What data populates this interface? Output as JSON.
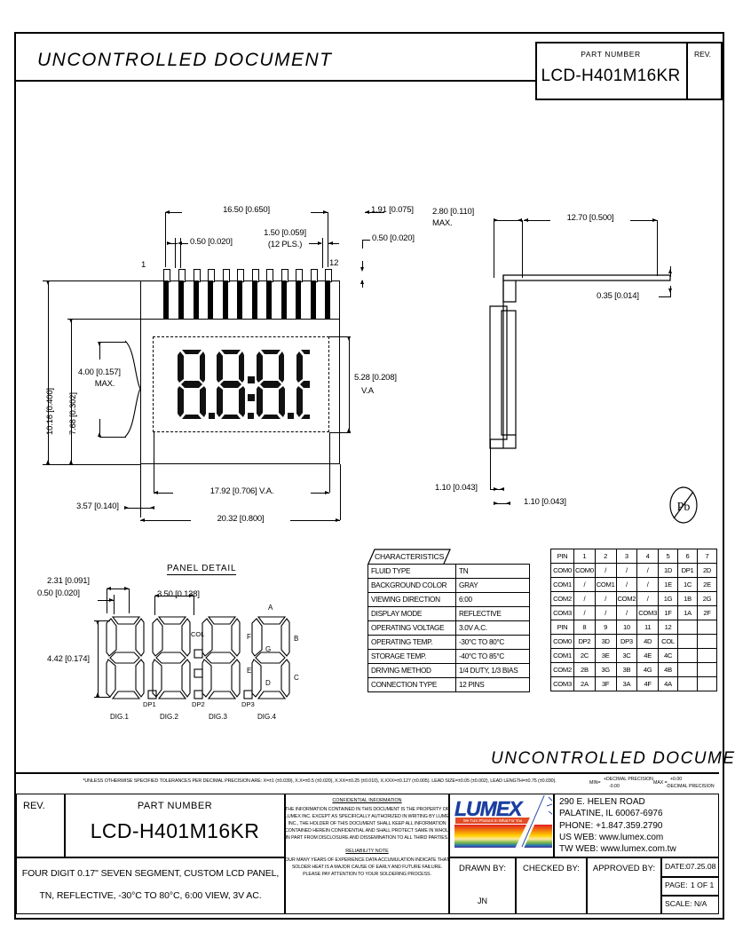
{
  "header": {
    "watermark": "UNCONTROLLED DOCUMENT",
    "part_number_label": "PART NUMBER",
    "part_number": "LCD-H401M16KR",
    "rev_label": "REV.",
    "rev_value": ""
  },
  "front_view": {
    "dims": {
      "width_overall": "20.32 [0.800]",
      "pin_span": "16.50 [0.650]",
      "pin_width": "0.50 [0.020]",
      "pin_pitch": "1.50 [0.059]",
      "pin_pitch_note": "(12 PLS.)",
      "edge_right": "1.91 [0.075]",
      "pin_thickness": "0.50 [0.020]",
      "height_overall": "10.16 [0.400]",
      "height_glass": "7.68 [0.302]",
      "tail_len": "4.00 [0.157]",
      "tail_len_note": "MAX.",
      "va_height": "5.28 [0.208]",
      "va_height_note": "V.A",
      "va_width": "17.92 [0.706] V.A.",
      "left_offset": "3.57 [0.140]"
    },
    "pin_first": "1",
    "pin_last": "12",
    "digits": "8.8:8.8"
  },
  "side_view": {
    "dims": {
      "thickness": "2.80 [0.110]",
      "thickness_note": "MAX.",
      "lead_length": "12.70 [0.500]",
      "lead_thickness": "0.35 [0.014]",
      "bottom_left": "1.10 [0.043]",
      "bottom_right": "1.10 [0.043]"
    },
    "pb_symbol": "Pb"
  },
  "panel_detail": {
    "title": "PANEL DETAIL",
    "dims": {
      "seg_slant": "2.31 [0.091]",
      "seg_width": "0.50 [0.020]",
      "digit_pitch": "3.50 [0.138]",
      "digit_height": "4.42 [0.174]"
    },
    "segment_labels": [
      "A",
      "B",
      "C",
      "D",
      "E",
      "F",
      "G"
    ],
    "colon_label": "COL",
    "dp_labels": [
      "DP1",
      "DP2",
      "DP3"
    ],
    "digit_labels": [
      "DIG.1",
      "DIG.2",
      "DIG.3",
      "DIG.4"
    ]
  },
  "characteristics": {
    "title": "CHARACTERISTICS",
    "rows": [
      {
        "name": "FLUID TYPE",
        "value": "TN"
      },
      {
        "name": "BACKGROUND COLOR",
        "value": "GRAY"
      },
      {
        "name": "VIEWING DIRECTION",
        "value": "6:00"
      },
      {
        "name": "DISPLAY MODE",
        "value": "REFLECTIVE"
      },
      {
        "name": "OPERATING VOLTAGE",
        "value": "3.0V A.C."
      },
      {
        "name": "OPERATING TEMP.",
        "value": "-30°C TO 80°C"
      },
      {
        "name": "STORAGE TEMP.",
        "value": "-40°C TO 85°C"
      },
      {
        "name": "DRIVING METHOD",
        "value": "1/4 DUTY, 1/3 BIAS"
      },
      {
        "name": "CONNECTION TYPE",
        "value": "12 PINS"
      }
    ]
  },
  "pin_table": {
    "block1": {
      "header": [
        "PIN",
        "1",
        "2",
        "3",
        "4",
        "5",
        "6",
        "7"
      ],
      "rows": [
        [
          "COM0",
          "COM0",
          "/",
          "/",
          "/",
          "1D",
          "DP1",
          "2D"
        ],
        [
          "COM1",
          "/",
          "COM1",
          "/",
          "/",
          "1E",
          "1C",
          "2E"
        ],
        [
          "COM2",
          "/",
          "/",
          "COM2",
          "/",
          "1G",
          "1B",
          "2G"
        ],
        [
          "COM3",
          "/",
          "/",
          "/",
          "COM3",
          "1F",
          "1A",
          "2F"
        ]
      ]
    },
    "block2": {
      "header": [
        "PIN",
        "8",
        "9",
        "10",
        "11",
        "12",
        "",
        ""
      ],
      "rows": [
        [
          "COM0",
          "DP2",
          "3D",
          "DP3",
          "4D",
          "COL",
          "",
          ""
        ],
        [
          "COM1",
          "2C",
          "3E",
          "3C",
          "4E",
          "4C",
          "",
          ""
        ],
        [
          "COM2",
          "2B",
          "3G",
          "3B",
          "4G",
          "4B",
          "",
          ""
        ],
        [
          "COM3",
          "2A",
          "3F",
          "3A",
          "4F",
          "4A",
          "",
          ""
        ]
      ]
    }
  },
  "footer": {
    "watermark": "UNCONTROLLED DOCUMENT",
    "tolerance_note": "*UNLESS OTHERWISE SPECIFIED TOLERANCES PER DECIMAL PRECISION ARE: X=±1 (±0.039), X.X=±0.5 (±0.020), X.XX=±0.25 (±0.010), X.XXX=±0.127 (±0.005).  LEAD SIZE=±0.05 (±0.002), LEAD LENGTH=±0.75 (±0.030).",
    "tolerance_min_label": "MIN=",
    "tolerance_min_top": "+DECIMAL PRECISION",
    "tolerance_min_bottom": "-0.00",
    "tolerance_max_label": "MAX =",
    "tolerance_max_top": "+0.00",
    "tolerance_max_bottom": "-DECIMAL PRECISION",
    "rev_label": "REV.",
    "rev_value": "",
    "part_number_label": "PART NUMBER",
    "part_number": "LCD-H401M16KR",
    "description_line1": "FOUR DIGIT 0.17\" SEVEN SEGMENT, CUSTOM LCD PANEL,",
    "description_line2": "TN, REFLECTIVE, -30°C TO 80°C, 6:00 VIEW, 3V AC.",
    "confidential_title": "CONFIDENTIAL INFORMATION",
    "confidential_body": [
      "THE INFORMATION CONTAINED IN THIS DOCUMENT IS THE PROPERTY OF",
      "LUMEX INC.  EXCEPT AS SPECIFICALLY AUTHORIZED IN WRITING BY LUMEX",
      "INC., THE HOLDER OF THIS DOCUMENT SHALL KEEP ALL INFORMATION",
      "CONTAINED HEREIN CONFIDENTIAL AND SHALL PROTECT SAME IN WHOLE OR",
      "IN PART FROM DISCLOSURE AND DISSEMINATION TO ALL THIRD PARTIES."
    ],
    "reliability_title": "RELIABILITY NOTE",
    "reliability_body": [
      "OUR MANY YEARS OF EXPERIENCE DATA ACCUMULATION INDICATE THAT",
      "SOLDER HEAT IS A MAJOR CAUSE OF EARLY AND FUTURE FAILURE.",
      "PLEASE PAY ATTENTION TO YOUR SOLDERING PROCESS."
    ],
    "company": {
      "logo_word": "LUMEX",
      "logo_tagline": "We Turn Photons In What For You",
      "logo_inc": "INC.",
      "address1": "290 E. HELEN ROAD",
      "address2": "PALATINE, IL   60067-6976",
      "phone": "PHONE: +1.847.359.2790",
      "us_web": "US WEB: www.lumex.com",
      "tw_web": "TW WEB: www.lumex.com.tw"
    },
    "drawn_by_label": "DRAWN BY:",
    "drawn_by_value": "JN",
    "checked_by_label": "CHECKED BY:",
    "checked_by_value": "",
    "approved_by_label": "APPROVED BY:",
    "approved_by_value": "",
    "date_label": "DATE:",
    "date_value": "07.25.08",
    "page_label": "PAGE:",
    "page_value": "1 OF 1",
    "scale_label": "SCALE:",
    "scale_value": "N/A"
  }
}
